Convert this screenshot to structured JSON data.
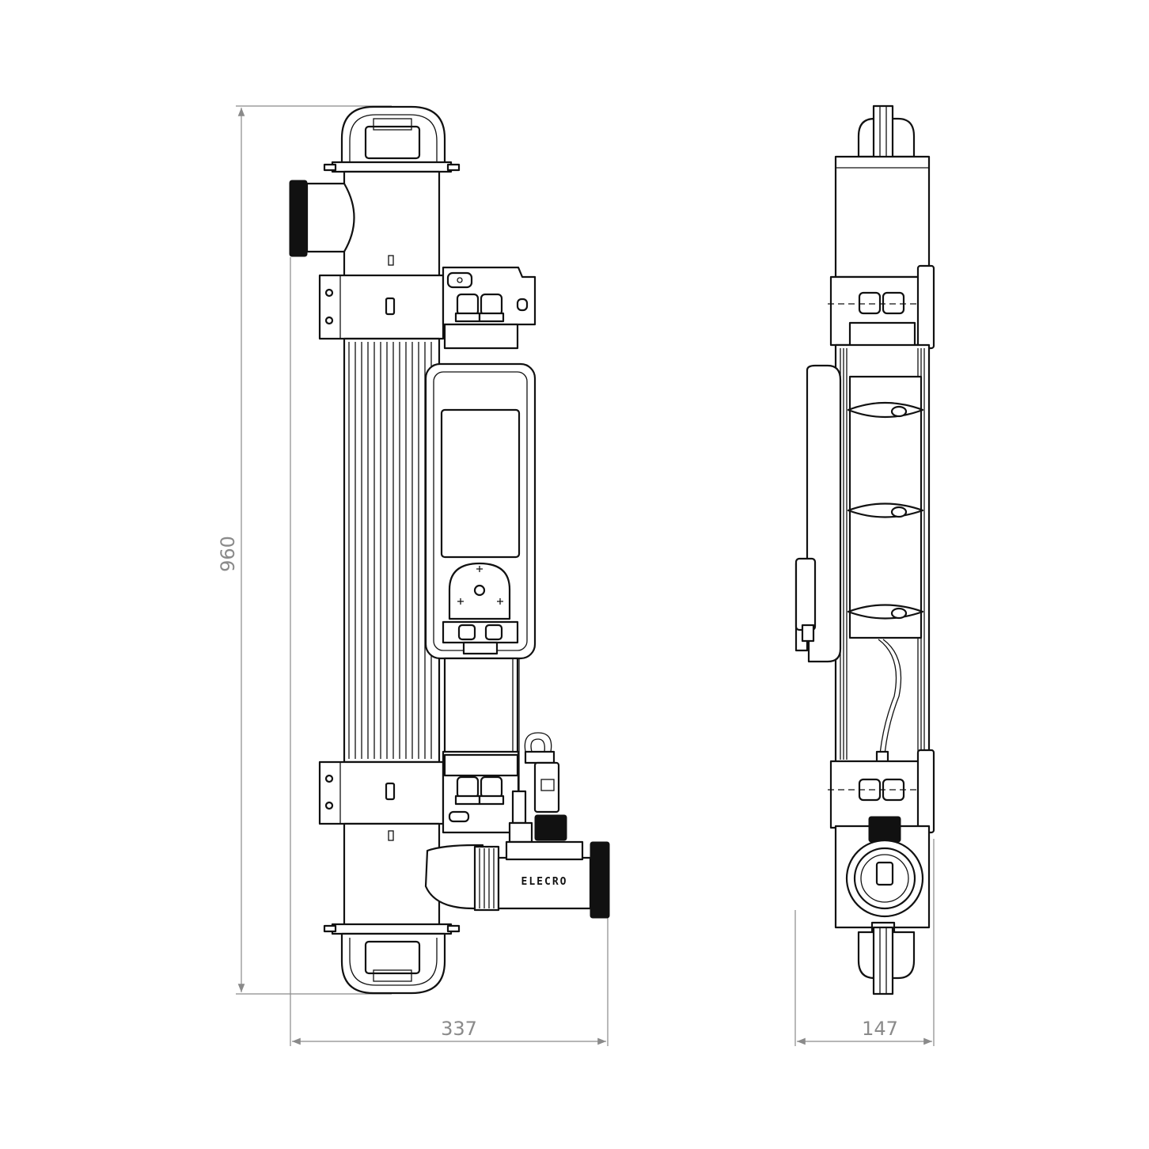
{
  "dimensions": {
    "height": "960",
    "front_width": "337",
    "side_width": "147"
  },
  "branding": {
    "label": "ELECRO"
  },
  "colors": {
    "line": "#111111",
    "dimension": "#8a8a8a",
    "background": "#ffffff"
  }
}
